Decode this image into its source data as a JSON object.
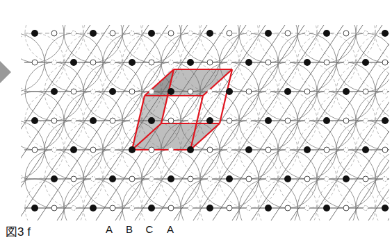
{
  "diagram": {
    "caption": "図3 f",
    "labels": [
      "A",
      "B",
      "C",
      "A"
    ]
  }
}
